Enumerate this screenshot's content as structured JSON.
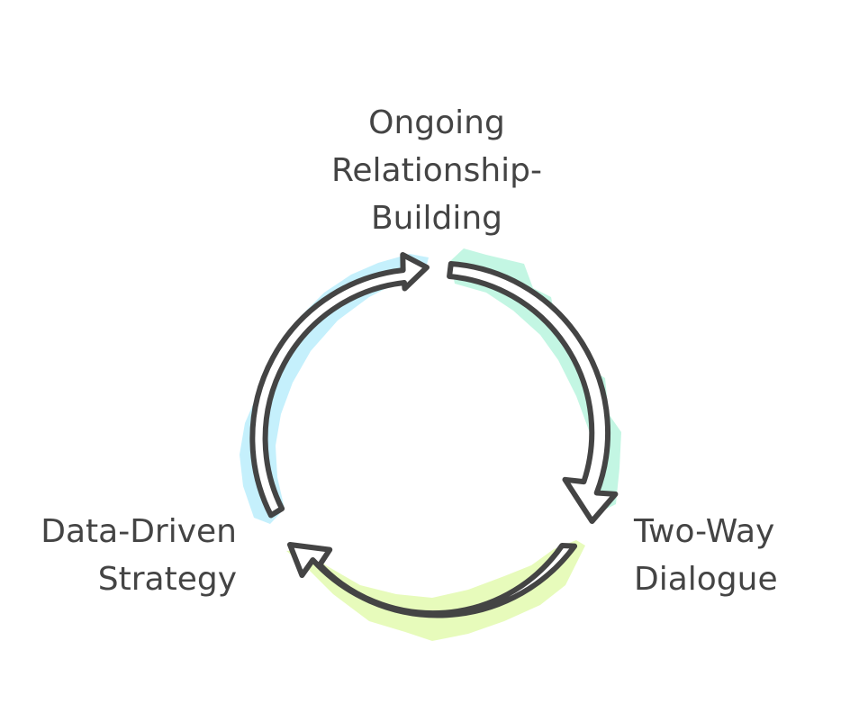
{
  "stages": [
    {
      "id": "top",
      "lines": [
        "Ongoing",
        "Relationship-",
        "Building"
      ],
      "highlight_color": "#b8f5de"
    },
    {
      "id": "right",
      "lines": [
        "Two-Way",
        "Dialogue"
      ],
      "highlight_color": "#e4fbb4"
    },
    {
      "id": "left",
      "lines": [
        "Data-Driven",
        "Strategy"
      ],
      "highlight_color": "#bfeefc"
    }
  ],
  "colors": {
    "stroke": "#444444",
    "text": "#444444",
    "arrow_fill": "#ffffff"
  }
}
